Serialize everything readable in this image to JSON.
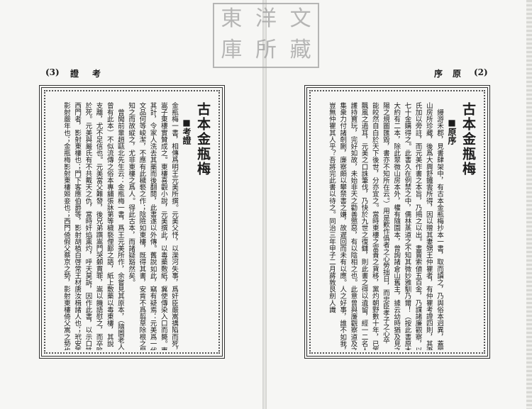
{
  "left_page": {
    "page_number": "(3)",
    "running_head": [
      "證",
      "考"
    ],
    "title": "古本金瓶梅",
    "section": "■考證",
    "columns": [
      "金瓶梅一書，相傳爲明王元美所撰。元美父忬，以灤河失事，爲奸臣嚴嵩搆陷而死，",
      "嵩子東樓實贊成之。東樓喜觀小說，元美撰此，以毒藥敷紙，冀使傳染入口而斃。東樓燭",
      "其計，令家人洗去其藥而後翻閱，此書遂以外傳。舊說如此，竊有疑焉：元美爲一代才人，",
      "文品何等峻潔，不應有此穢褻之作；陰險如東樓，既得其書，安肯不爲翦草除根之舉，明",
      "知之而故縱之，尤非東樓之爲人。得此古本，而諸疑豁然矣。",
      "　曾聞前輩趙甌北先生云：金瓶梅一書，爲王元美所作，余嘗見其原本，（隨園老人",
      "曾有此本）不似流傳之俗本專舖張牀第等穢褻俚鄙之語，紙上敷藥以毒東樓，其說",
      "支離，尤不足信也。元美當父難發，後兄弟躓嵩門哭顙貫罪，嵩以饑語慰之，而卒陷其父",
      "於死。元美與嚴氏有不共戴天之仇，當時奸焰熏灼，呼天莫訴，因作此書，以示口誅筆伐。",
      "西門者，影射東樓也；門下客應伯爵等，影射胡植白啓常王材唐汝楫諸人也；玳安等僕，",
      "影射嚴年也；金瓶梅影射東樓姬妾也；西門倚假父蔡京之勢，影射東樓倚父嵩之勢也；"
    ]
  },
  "right_page": {
    "page_number": "(2)",
    "running_head": [
      "序",
      "原"
    ],
    "title": "古本金瓶梅",
    "section": "■原序",
    "columns": [
      "　縵游禾郡，見書肆架中，有古本金瓶梅抄本一書，取而讀之，乃與俗本迥異，蓋翠微",
      "山房所珍藏，後爲大興舒鐵雲所得，因以贈其妻甥王仲瞿者，有仲瞿考證四則，其妻金",
      "氏加以旁註，而元美作書之本旨，乃揭之以出。書賈索値五百金，乃謀諸廉觀察，以三百",
      "七十金購得之。此書久在例禁之中，儒林蒸道之不知其微妙雅馴乃爾！（按此書原本",
      "大約有二本，除此翠微山房本外，權有隨園本，曾詢諸倉山舊主，據云幼時猶及見之，洪",
      "陽之規圖匯毀，書亦不知所在云。）用是歎作僞者之心勞拙日，而忠臣孝子之心卒",
      "能皎然自白於天下後世，分亦宜之。當時東樓之富貴之貨移，黨灼朝野數十年，已等於",
      "飄風之過耳，元美之口誅筆伐，乃快於九世之復讎，則此書之得以遺留，經一二名人之",
      "護持寶玩，完好如故，未始非天之勸善懲惡，有以陰相之也。此意曾與廉觀察道及之，擬",
      "集衆力付諸剞劂，廉察頗以攀禁書之嫌，故遲回而未有以應。人之好事，誰不如我，後世",
      "豈無仲瞿其人乎？吾將完此書以待之。同治三年甲子二月蔣敦艮劍人識"
    ]
  },
  "seal": {
    "text": "東洋文庫所藏圖書"
  }
}
